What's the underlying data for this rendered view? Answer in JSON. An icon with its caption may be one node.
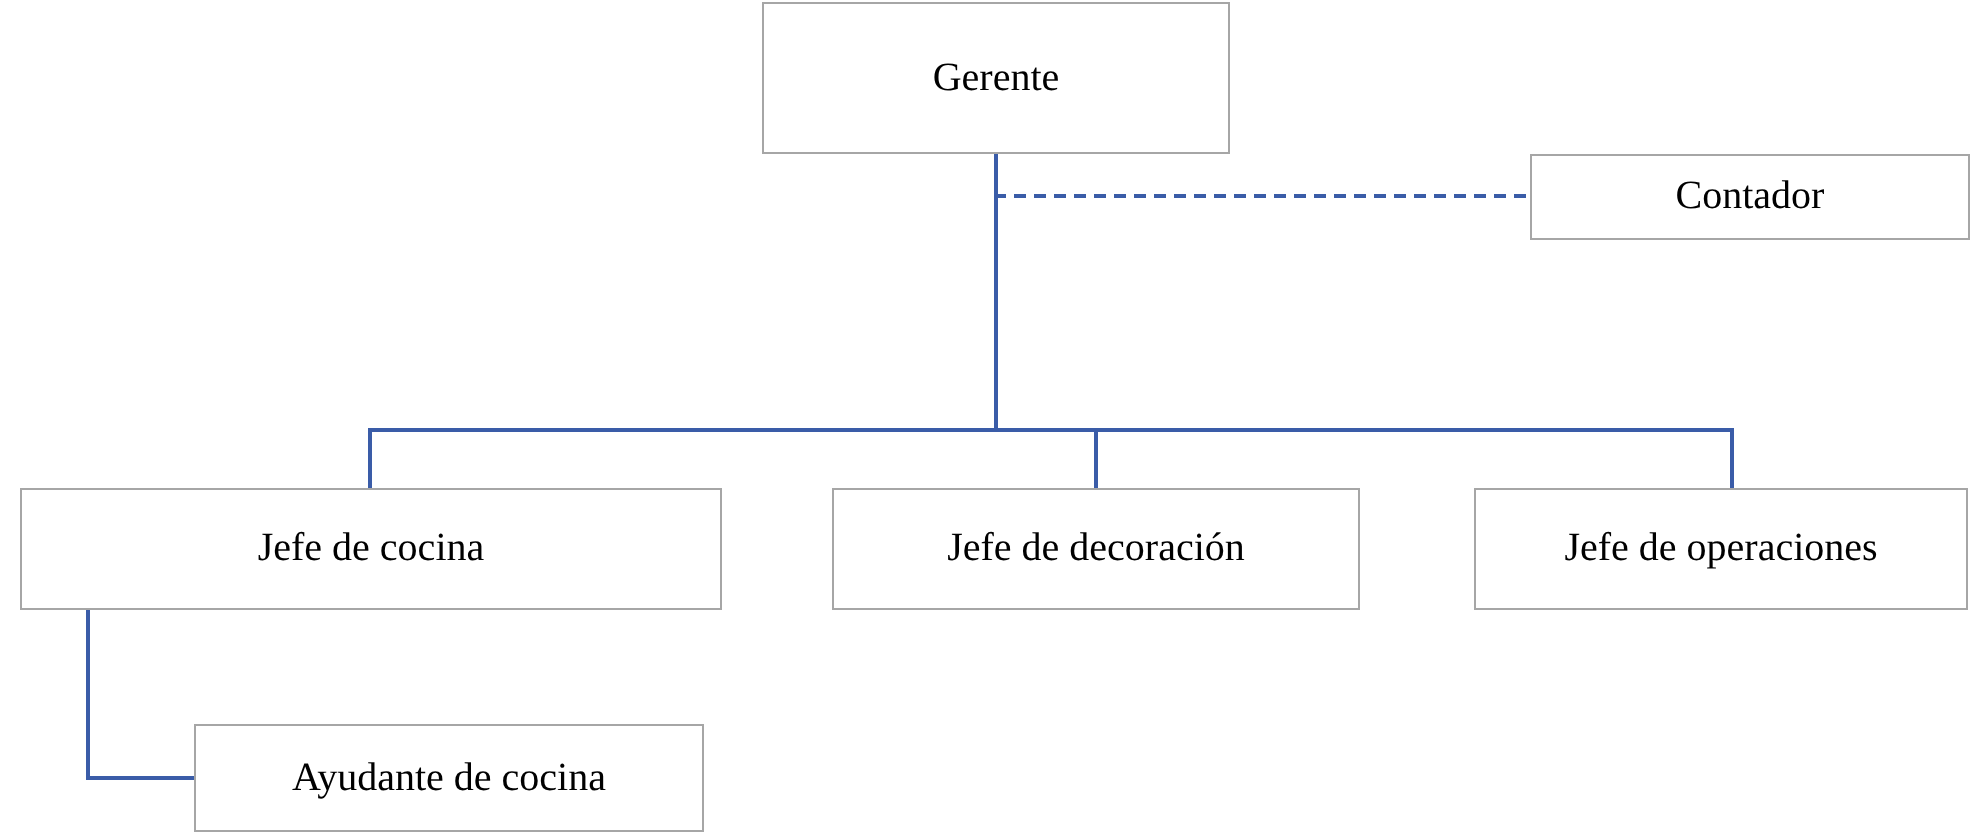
{
  "diagram": {
    "nodes": [
      {
        "text": [
          "Gerente"
        ]
      },
      {
        "text": [
          "Contador"
        ]
      },
      {
        "text": [
          "Jefe de cocina"
        ]
      },
      {
        "text": [
          "Jefe de decoración"
        ]
      },
      {
        "text": [
          "Jefe de operaciones"
        ]
      },
      {
        "text": [
          "Ayudante de cocina"
        ]
      }
    ],
    "edges": [
      {
        "from": 0,
        "to": 1,
        "arrow": "none",
        "style": "dashed"
      },
      {
        "from": 0,
        "to": 2,
        "arrow": "none"
      },
      {
        "from": 0,
        "to": 3,
        "arrow": "none"
      },
      {
        "from": 0,
        "to": 4,
        "arrow": "none"
      },
      {
        "from": 2,
        "to": 5,
        "arrow": "none"
      }
    ]
  }
}
